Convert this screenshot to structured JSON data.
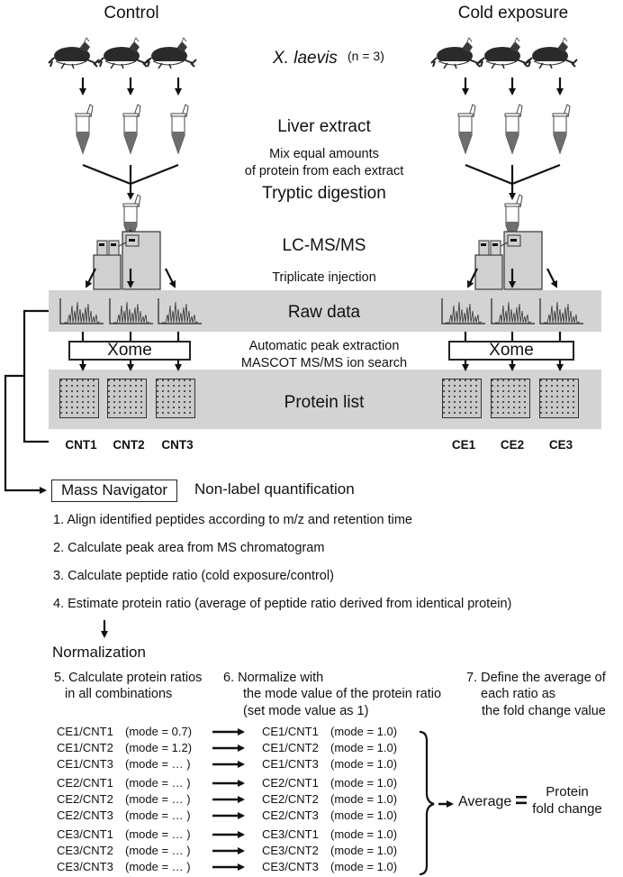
{
  "header": {
    "control_label": "Control",
    "cold_label": "Cold exposure"
  },
  "species": {
    "name": "X. laevis",
    "n": "(n = 3)"
  },
  "stages": {
    "liver_extract": "Liver extract",
    "mix_line1": "Mix equal amounts",
    "mix_line2": "of protein from each extract",
    "tryptic": "Tryptic digestion",
    "lcms": "LC-MS/MS",
    "triplicate": "Triplicate injection",
    "raw_data": "Raw data",
    "auto_peak": "Automatic peak extraction",
    "mascot": "MASCOT MS/MS ion search",
    "protein_list": "Protein list",
    "xome_label": "Xome"
  },
  "samples": {
    "control": [
      "CNT1",
      "CNT2",
      "CNT3"
    ],
    "cold": [
      "CE1",
      "CE2",
      "CE3"
    ]
  },
  "mass_navigator": {
    "box_label": "Mass Navigator",
    "title": "Non-label quantification",
    "steps": [
      "1. Align identified peptides according to m/z and retention time",
      "2. Calculate peak area from MS chromatogram",
      "3. Calculate peptide ratio (cold exposure/control)",
      "4. Estimate protein ratio (average of peptide ratio derived from identical protein)"
    ]
  },
  "normalization": {
    "title": "Normalization",
    "step5": [
      "5. Calculate protein ratios",
      "in all combinations"
    ],
    "step6": [
      "6. Normalize with",
      "the mode value of the protein ratio",
      "(set mode value as 1)"
    ],
    "step7": [
      "7. Define the average of",
      "each ratio as",
      "the fold change value"
    ],
    "ratios": [
      {
        "pair": "CE1/CNT1",
        "mode_before": "(mode = 0.7)",
        "mode_after": "(mode = 1.0)"
      },
      {
        "pair": "CE1/CNT2",
        "mode_before": "(mode = 1.2)",
        "mode_after": "(mode = 1.0)"
      },
      {
        "pair": "CE1/CNT3",
        "mode_before": "(mode = … )",
        "mode_after": "(mode = 1.0)"
      },
      {
        "pair": "CE2/CNT1",
        "mode_before": "(mode = … )",
        "mode_after": "(mode = 1.0)"
      },
      {
        "pair": "CE2/CNT2",
        "mode_before": "(mode = … )",
        "mode_after": "(mode = 1.0)"
      },
      {
        "pair": "CE2/CNT3",
        "mode_before": "(mode = … )",
        "mode_after": "(mode = 1.0)"
      },
      {
        "pair": "CE3/CNT1",
        "mode_before": "(mode = … )",
        "mode_after": "(mode = 1.0)"
      },
      {
        "pair": "CE3/CNT2",
        "mode_before": "(mode = … )",
        "mode_after": "(mode = 1.0)"
      },
      {
        "pair": "CE3/CNT3",
        "mode_before": "(mode = … )",
        "mode_after": "(mode = 1.0)"
      }
    ],
    "average_label": "Average",
    "equals": "=",
    "result_line1": "Protein",
    "result_line2": "fold change"
  },
  "icons": {
    "frog": "frog-icon",
    "tube": "microtube-icon",
    "instrument": "lc-ms-instrument-icon",
    "spectrum": "mass-spectrum-icon",
    "protein_list": "protein-grid-icon"
  },
  "colors": {
    "band": "#d3d3d3",
    "tube_fill": "#6e6e6e",
    "instrument": "#d0d0d0",
    "line": "#111111"
  }
}
